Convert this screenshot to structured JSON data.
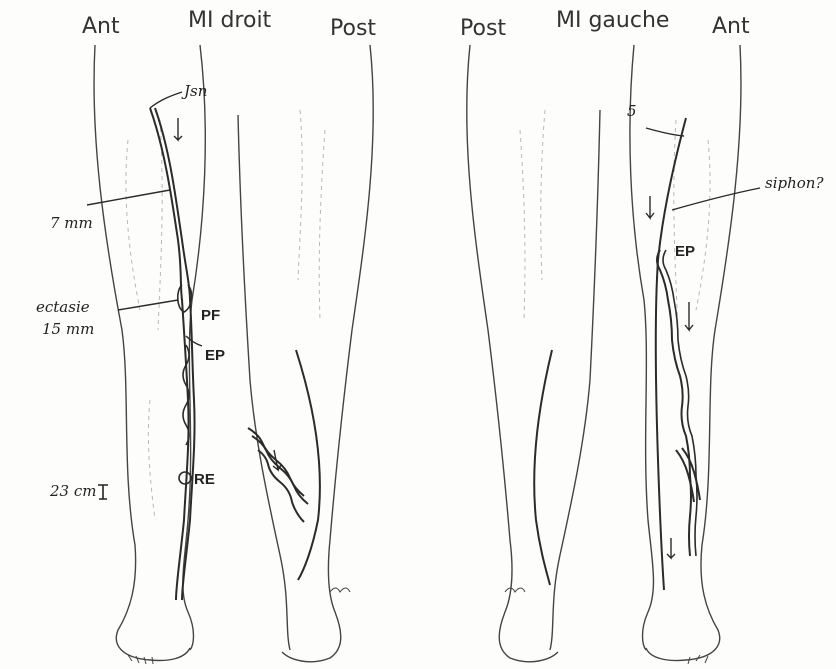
{
  "headers": {
    "right_leg_ant": "Ant",
    "right_leg_title": "MI droit",
    "right_leg_post": "Post",
    "left_leg_post": "Post",
    "left_leg_title": "MI gauche",
    "left_leg_ant": "Ant"
  },
  "annotations": {
    "jsn": "Jsn",
    "seven_mm": "7 mm",
    "ectasie": "ectasie",
    "fifteen_mm": "15 mm",
    "twentythree_cm": "23 cm",
    "five": "5",
    "siphon": "siphon?"
  },
  "markers": {
    "pf": "PF",
    "ep_right": "EP",
    "re": "RE",
    "ep_left": "EP"
  },
  "colors": {
    "vein": "#2b2b2b",
    "outline": "#444444",
    "guide": "#b8b8b8"
  }
}
